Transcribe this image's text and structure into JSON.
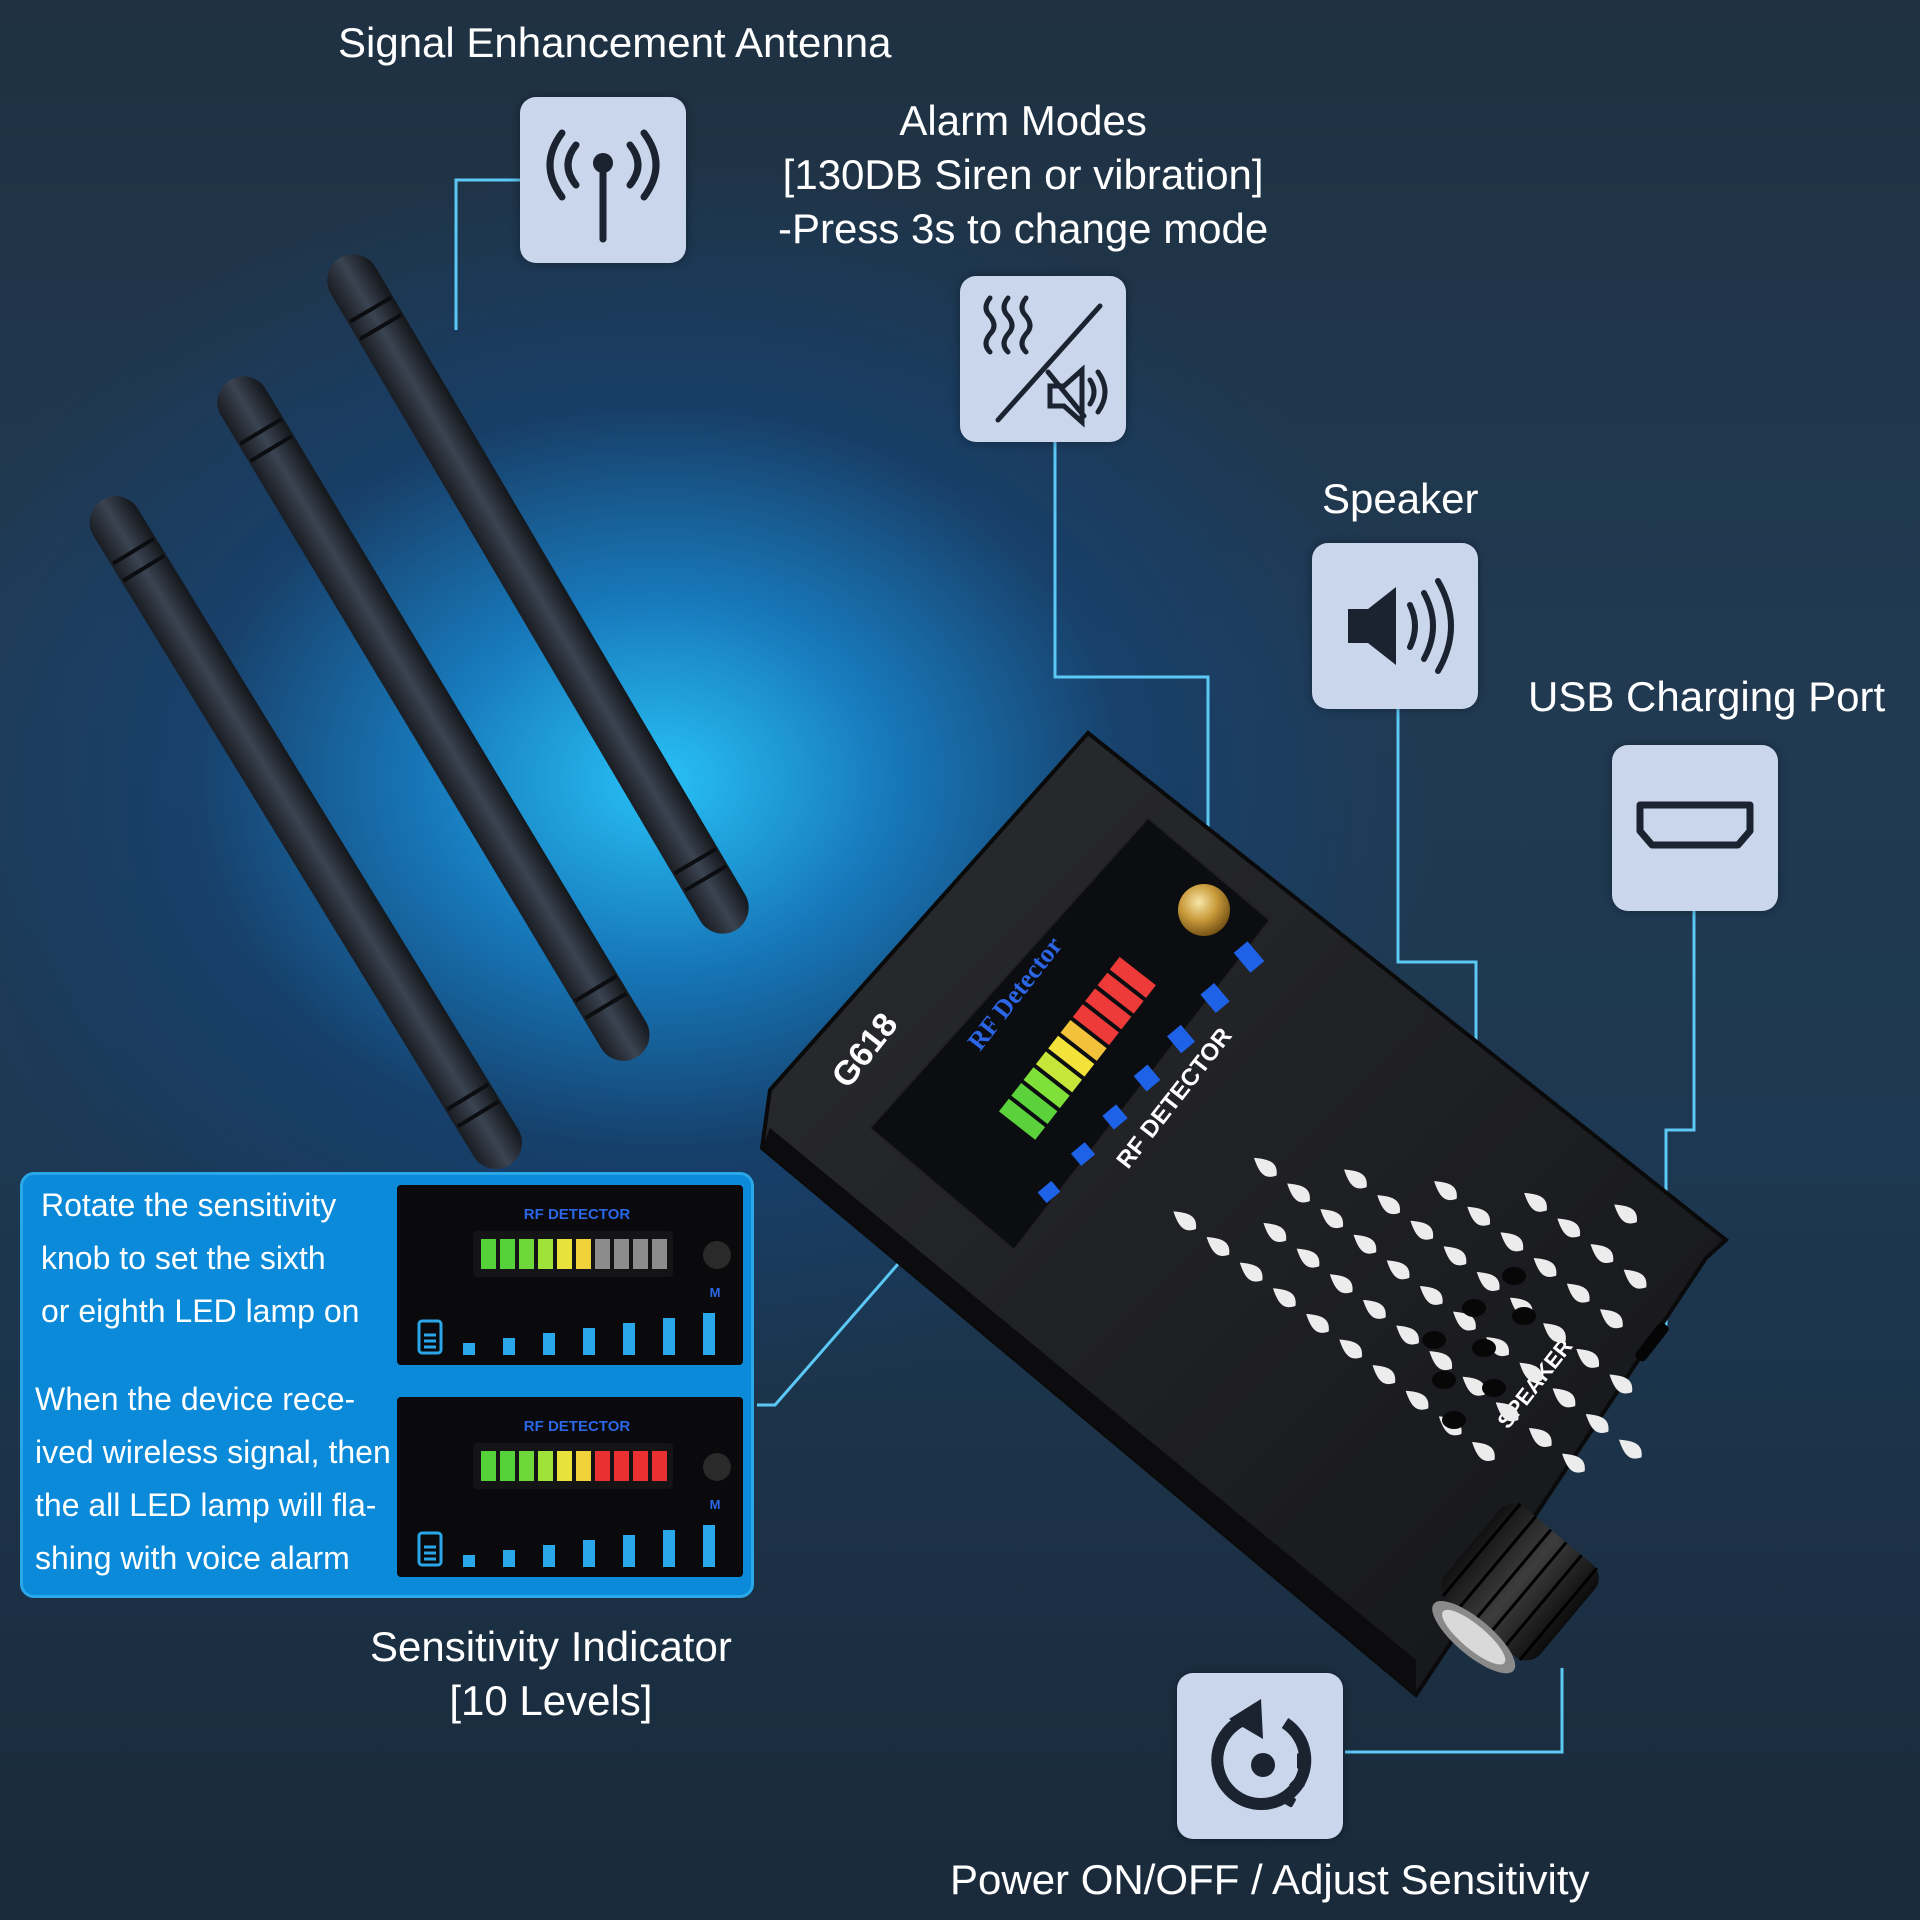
{
  "labels": {
    "antenna": "Signal Enhancement Antenna",
    "alarm_line1": "Alarm Modes",
    "alarm_line2": "[130DB Siren or vibration]",
    "alarm_line3": "-Press 3s to change mode",
    "speaker": "Speaker",
    "usb": "USB Charging Port",
    "sensitivity_line1": "Sensitivity Indicator",
    "sensitivity_line2": "[10 Levels]",
    "power": "Power ON/OFF / Adjust Sensitivity"
  },
  "device": {
    "model": "G618",
    "panel_title": "RF Detector",
    "panel_label": "RF DETECTOR",
    "speaker_label": "SPEAKER"
  },
  "info_panel": {
    "top_text": [
      "Rotate the sensitivity",
      "knob to set the sixth",
      "or eighth LED lamp on"
    ],
    "bottom_text": [
      "When the device rece-",
      "ived wireless signal, then",
      "the all LED lamp will fla-",
      "shing with voice alarm"
    ],
    "led_title": "RF DETECTOR",
    "mode_letter": "M",
    "top_leds_on": 6,
    "bottom_leds_on": 10,
    "led_total": 10
  },
  "icons": {
    "antenna": "antenna-icon",
    "alarm": "vibrate-mute-icon",
    "speaker": "speaker-icon",
    "usb": "usb-port-icon",
    "power": "power-rotate-icon"
  },
  "colors": {
    "icon_bg": "#c9d6ec",
    "connector": "#5cc8f5",
    "panel_bg": "#0a8ad8"
  }
}
